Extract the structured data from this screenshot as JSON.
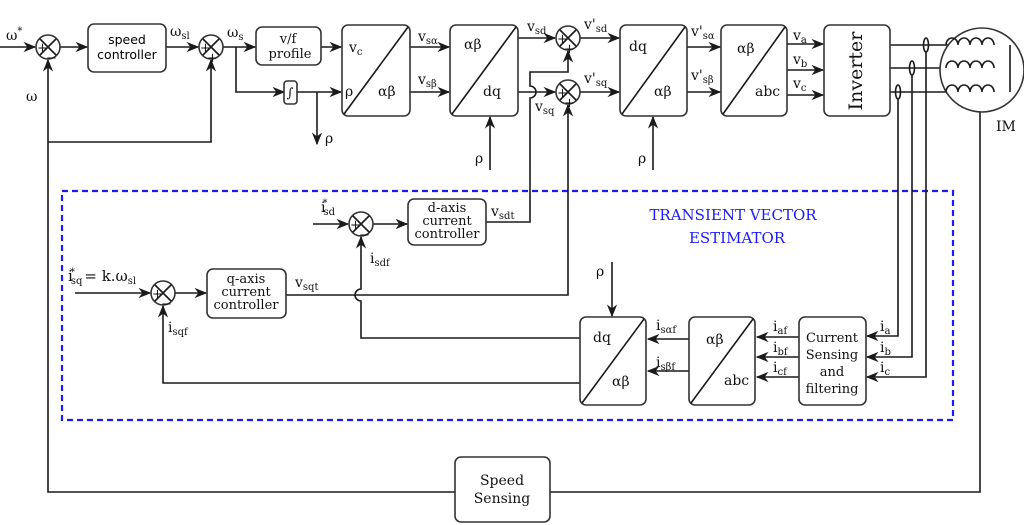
{
  "colors": {
    "estimator_border": "#1a1aff",
    "estimator_text": "#1a1aff",
    "lines": "#1a1a1a"
  },
  "signals": {
    "omega_ref": "ω",
    "omega_ref_sup": "*",
    "omega": "ω",
    "omega_sl": "ω",
    "omega_sl_sub": "sl",
    "omega_s": "ω",
    "omega_s_sub": "s",
    "rho": "ρ",
    "vsa": "v",
    "vsa_sub": "sα",
    "vsb": "v",
    "vsb_sub": "sβ",
    "vsd": "v",
    "vsd_sub": "sd",
    "vsq": "v",
    "vsq_sub": "sq",
    "vsd_p": "v'",
    "vsd_p_sub": "sd",
    "vsq_p": "v'",
    "vsq_p_sub": "sq",
    "vsa_p": "v'",
    "vsa_p_sub": "sα",
    "vsb_p": "v'",
    "vsb_p_sub": "sβ",
    "va": "v",
    "va_sub": "a",
    "vb": "v",
    "vb_sub": "b",
    "vc": "v",
    "vc_sub": "c",
    "im": "IM",
    "isd_ref": "i",
    "isd_ref_sup": "*",
    "isd_ref_sub": "sd",
    "isdf": "i",
    "isdf_sub": "sdf",
    "vsdt": "v",
    "vsdt_sub": "sdt",
    "isq_ref": "i",
    "isq_ref_sup": "*",
    "isq_ref_sub": "sq",
    "isq_ref_eq": "= k.ω",
    "isq_ref_eq_sub": "sl",
    "vsqt": "v",
    "vsqt_sub": "sqt",
    "isqf": "i",
    "isqf_sub": "sqf",
    "isaf": "i",
    "isaf_sub": "sαf",
    "isbf": "i",
    "isbf_sub": "sβf",
    "iaf": "i",
    "iaf_sub": "af",
    "ibf": "i",
    "ibf_sub": "bf",
    "icf": "i",
    "icf_sub": "cf",
    "ia": "i",
    "ia_sub": "a",
    "ib": "i",
    "ib_sub": "b",
    "ic": "i",
    "ic_sub": "c"
  },
  "blocks": {
    "speed_controller": [
      "speed",
      "controller"
    ],
    "vf_profile": [
      "v/f",
      "profile"
    ],
    "integrator": "∫",
    "polar_to_ab": {
      "top": "v",
      "top_sub": "c",
      "left": "ρ",
      "bottom": "αβ"
    },
    "ab_to_dq": {
      "top": "αβ",
      "bottom": "dq"
    },
    "dq_to_ab": {
      "top": "dq",
      "bottom": "αβ"
    },
    "ab_to_abc": {
      "top": "αβ",
      "bottom": "abc"
    },
    "inverter": "Inverter",
    "d_axis": [
      "d-axis",
      "current",
      "controller"
    ],
    "q_axis": [
      "q-axis",
      "current",
      "controller"
    ],
    "est_dq_to_ab": {
      "top": "dq",
      "bottom": "αβ"
    },
    "est_ab_to_abc": {
      "top": "αβ",
      "bottom": "abc"
    },
    "current_sensing": [
      "Current",
      "Sensing",
      "and",
      "filtering"
    ],
    "speed_sensing": [
      "Speed",
      "Sensing"
    ]
  },
  "estimator": {
    "title": [
      "TRANSIENT VECTOR",
      "ESTIMATOR"
    ]
  },
  "sum_signs": {
    "plus": "+",
    "minus": "−"
  }
}
